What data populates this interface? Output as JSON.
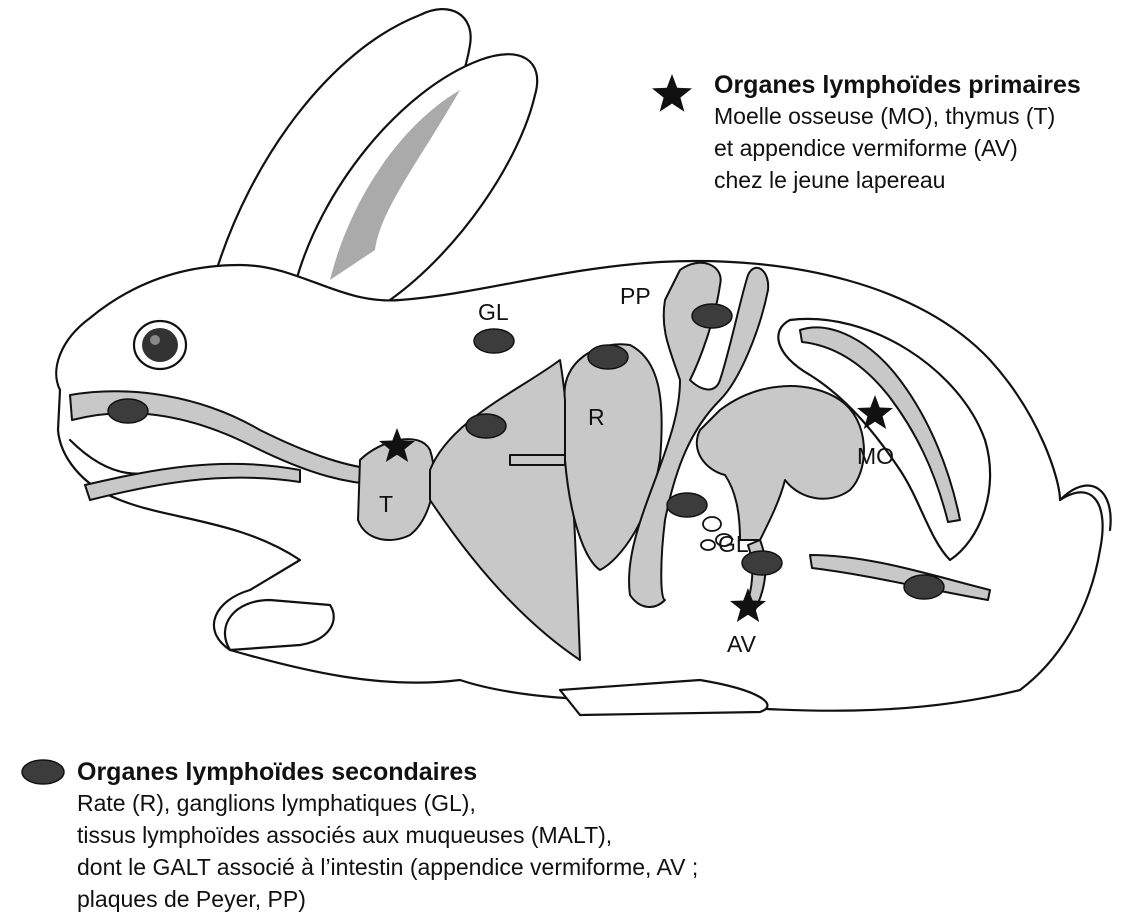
{
  "legend_primary": {
    "title": "Organes lymphoïdes primaires",
    "lines": [
      "Moelle osseuse (MO), thymus (T)",
      "et appendice vermiforme (AV)",
      "chez le jeune lapereau"
    ]
  },
  "legend_secondary": {
    "title": "Organes lymphoïdes secondaires",
    "lines": [
      "Rate (R), ganglions lymphatiques (GL),",
      "tissus lymphoïdes associés aux muqueuses (MALT),",
      "dont le GALT associé à l’intestin (appendice vermiforme, AV ;",
      "plaques de Peyer, PP)"
    ]
  },
  "labels": {
    "gl_neck": "GL",
    "pp": "PP",
    "r": "R",
    "t": "T",
    "mo": "MO",
    "gl_mesentery": "GL",
    "av": "AV"
  },
  "colors": {
    "organ_fill": "#c8c8c8",
    "marker_fill": "#3c3c3c",
    "outline": "#111111",
    "ear_inner": "#aaaaaa"
  }
}
